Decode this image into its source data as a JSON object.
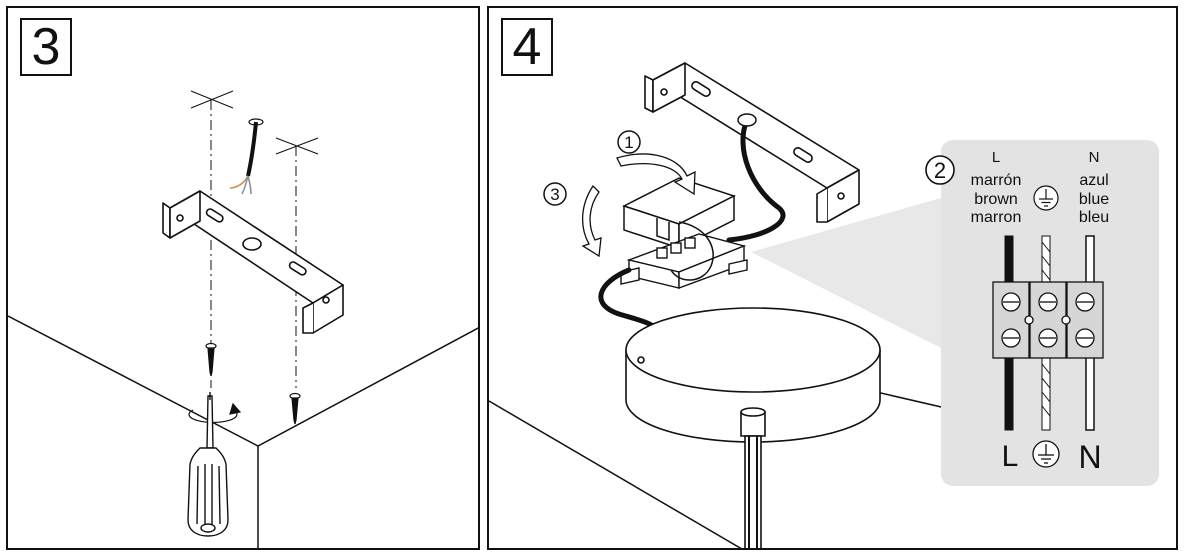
{
  "steps": [
    {
      "number": "3"
    },
    {
      "number": "4"
    }
  ],
  "callouts": [
    "1",
    "2",
    "3"
  ],
  "wiring": {
    "live": {
      "letter": "L",
      "es": "marrón",
      "en": "brown",
      "fr": "marron",
      "symbol": "L"
    },
    "neutral": {
      "letter": "N",
      "es": "azul",
      "en": "blue",
      "fr": "bleu",
      "symbol": "N"
    },
    "earth": {
      "symbol": "earth-symbol"
    }
  },
  "colors": {
    "line": "#111111",
    "callout_bg": "#e3e3e3",
    "terminal": "#d6d6d6"
  }
}
